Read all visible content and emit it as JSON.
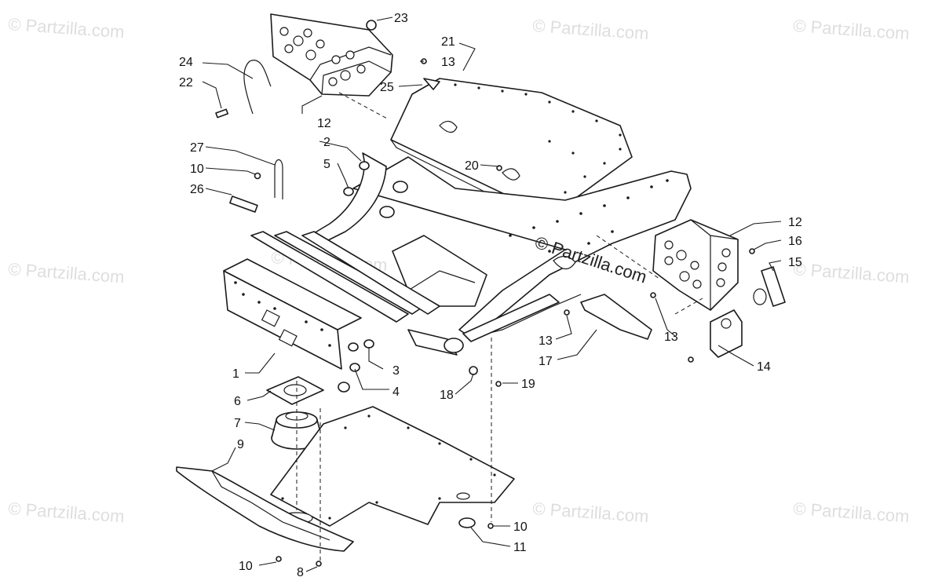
{
  "watermark": {
    "text": "© Partzilla.com",
    "center_text": "© Partzilla.com"
  },
  "callouts": [
    {
      "id": "c23",
      "label": "23"
    },
    {
      "id": "c21",
      "label": "21"
    },
    {
      "id": "c13a",
      "label": "13"
    },
    {
      "id": "c24",
      "label": "24"
    },
    {
      "id": "c25",
      "label": "25"
    },
    {
      "id": "c22",
      "label": "22"
    },
    {
      "id": "c12a",
      "label": "12"
    },
    {
      "id": "c27",
      "label": "27"
    },
    {
      "id": "c2",
      "label": "2"
    },
    {
      "id": "c5",
      "label": "5"
    },
    {
      "id": "c20",
      "label": "20"
    },
    {
      "id": "c10a",
      "label": "10"
    },
    {
      "id": "c26",
      "label": "26"
    },
    {
      "id": "c12b",
      "label": "12"
    },
    {
      "id": "c16",
      "label": "16"
    },
    {
      "id": "c15",
      "label": "15"
    },
    {
      "id": "c13b",
      "label": "13"
    },
    {
      "id": "c13c",
      "label": "13"
    },
    {
      "id": "c17",
      "label": "17"
    },
    {
      "id": "c14",
      "label": "14"
    },
    {
      "id": "c1",
      "label": "1"
    },
    {
      "id": "c3",
      "label": "3"
    },
    {
      "id": "c6",
      "label": "6"
    },
    {
      "id": "c4",
      "label": "4"
    },
    {
      "id": "c18",
      "label": "18"
    },
    {
      "id": "c19",
      "label": "19"
    },
    {
      "id": "c7",
      "label": "7"
    },
    {
      "id": "c9",
      "label": "9"
    },
    {
      "id": "c10b",
      "label": "10"
    },
    {
      "id": "c11",
      "label": "11"
    },
    {
      "id": "c10c",
      "label": "10"
    },
    {
      "id": "c8",
      "label": "8"
    }
  ]
}
